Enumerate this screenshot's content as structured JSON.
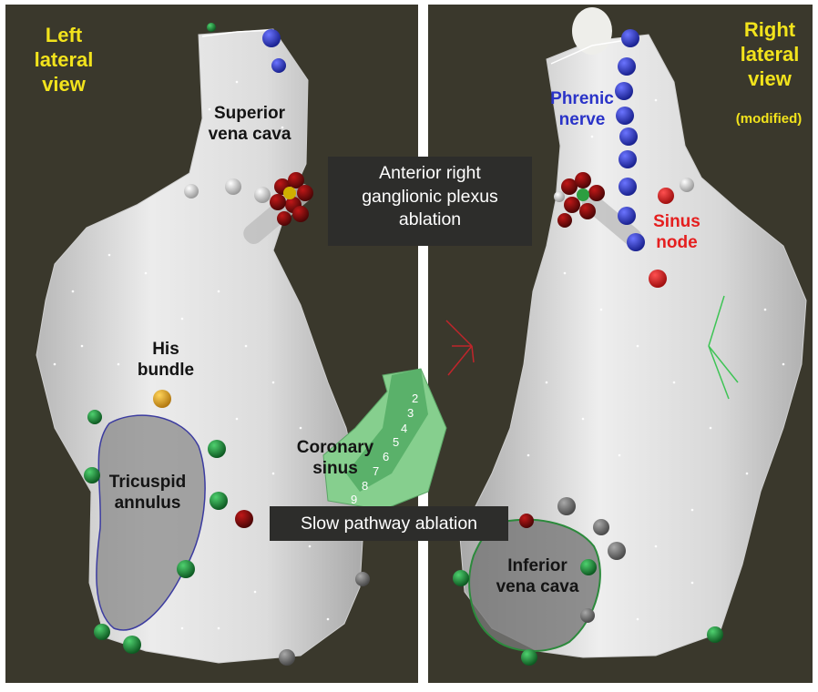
{
  "left_view": {
    "title_lines": [
      "Left",
      "lateral",
      "view"
    ],
    "superior_vena_cava": [
      "Superior",
      "vena cava"
    ],
    "his_bundle": [
      "His",
      "bundle"
    ],
    "tricuspid_annulus": [
      "Tricuspid",
      "annulus"
    ],
    "coronary_sinus": [
      "Coronary",
      "sinus"
    ],
    "coronary_sinus_electrodes": [
      "2",
      "3",
      "4",
      "5",
      "6",
      "7",
      "8",
      "9"
    ]
  },
  "right_view": {
    "title_lines": [
      "Right",
      "lateral",
      "view"
    ],
    "title_note": "(modified)",
    "phrenic_nerve": [
      "Phrenic",
      "nerve"
    ],
    "sinus_node": [
      "Sinus",
      "node"
    ],
    "inferior_vena_cava": [
      "Inferior",
      "vena cava"
    ]
  },
  "callouts": {
    "ganglionic_plexus": [
      "Anterior right",
      "ganglionic plexus",
      "ablation"
    ],
    "slow_pathway": "Slow pathway ablation"
  },
  "colors": {
    "background": "#3a382c",
    "divider": "#ffffff",
    "heart_surface": "#e6e6e6",
    "title_text": "#f2e31c",
    "phrenic_nerve": "#2a33c8",
    "sinus_node": "#e51f1f",
    "his_bundle": "#e0a21c",
    "annulus_marker": "#1f8a3a",
    "ablation_lesion": "#8e1010",
    "coronary_sinus_catheter": "#7fc98a",
    "callout_box": "#2d2d2b"
  }
}
